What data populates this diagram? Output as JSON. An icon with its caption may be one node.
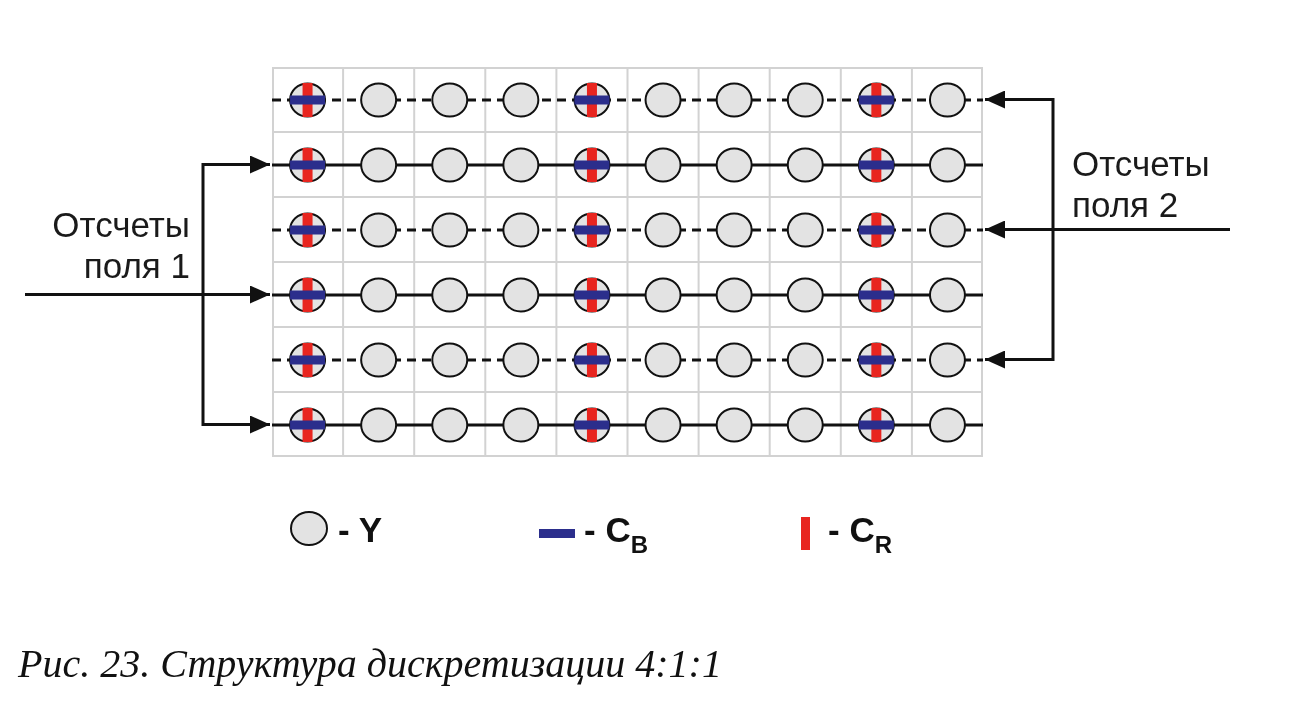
{
  "diagram": {
    "caption": "Рис. 23. Структура дискретизации 4:1:1",
    "nodes": [
      {
        "text": [],
        "shape": "row"
      },
      {
        "text": [],
        "shape": "row"
      },
      {
        "text": [],
        "shape": "row"
      },
      {
        "text": [],
        "shape": "row"
      },
      {
        "text": [],
        "shape": "row"
      },
      {
        "text": [],
        "shape": "row"
      }
    ],
    "edges": [
      {
        "from": null,
        "to": 0,
        "arrow": "to"
      },
      {
        "from": null,
        "to": 2,
        "arrow": "to",
        "label": "Отсчеты поля 2"
      },
      {
        "from": null,
        "to": 4,
        "arrow": "to"
      },
      {
        "from": null,
        "to": 1,
        "arrow": "to"
      },
      {
        "from": null,
        "to": 3,
        "arrow": "to",
        "label": "Отсчеты поля 1"
      },
      {
        "from": null,
        "to": 5,
        "arrow": "to"
      }
    ],
    "legend": [
      {
        "text": "- Y"
      },
      {
        "text": "- C$_{B}$",
        "color": "#2b2e8c"
      },
      {
        "text": "- C$_{R}$",
        "color": "#e8251f"
      }
    ]
  }
}
